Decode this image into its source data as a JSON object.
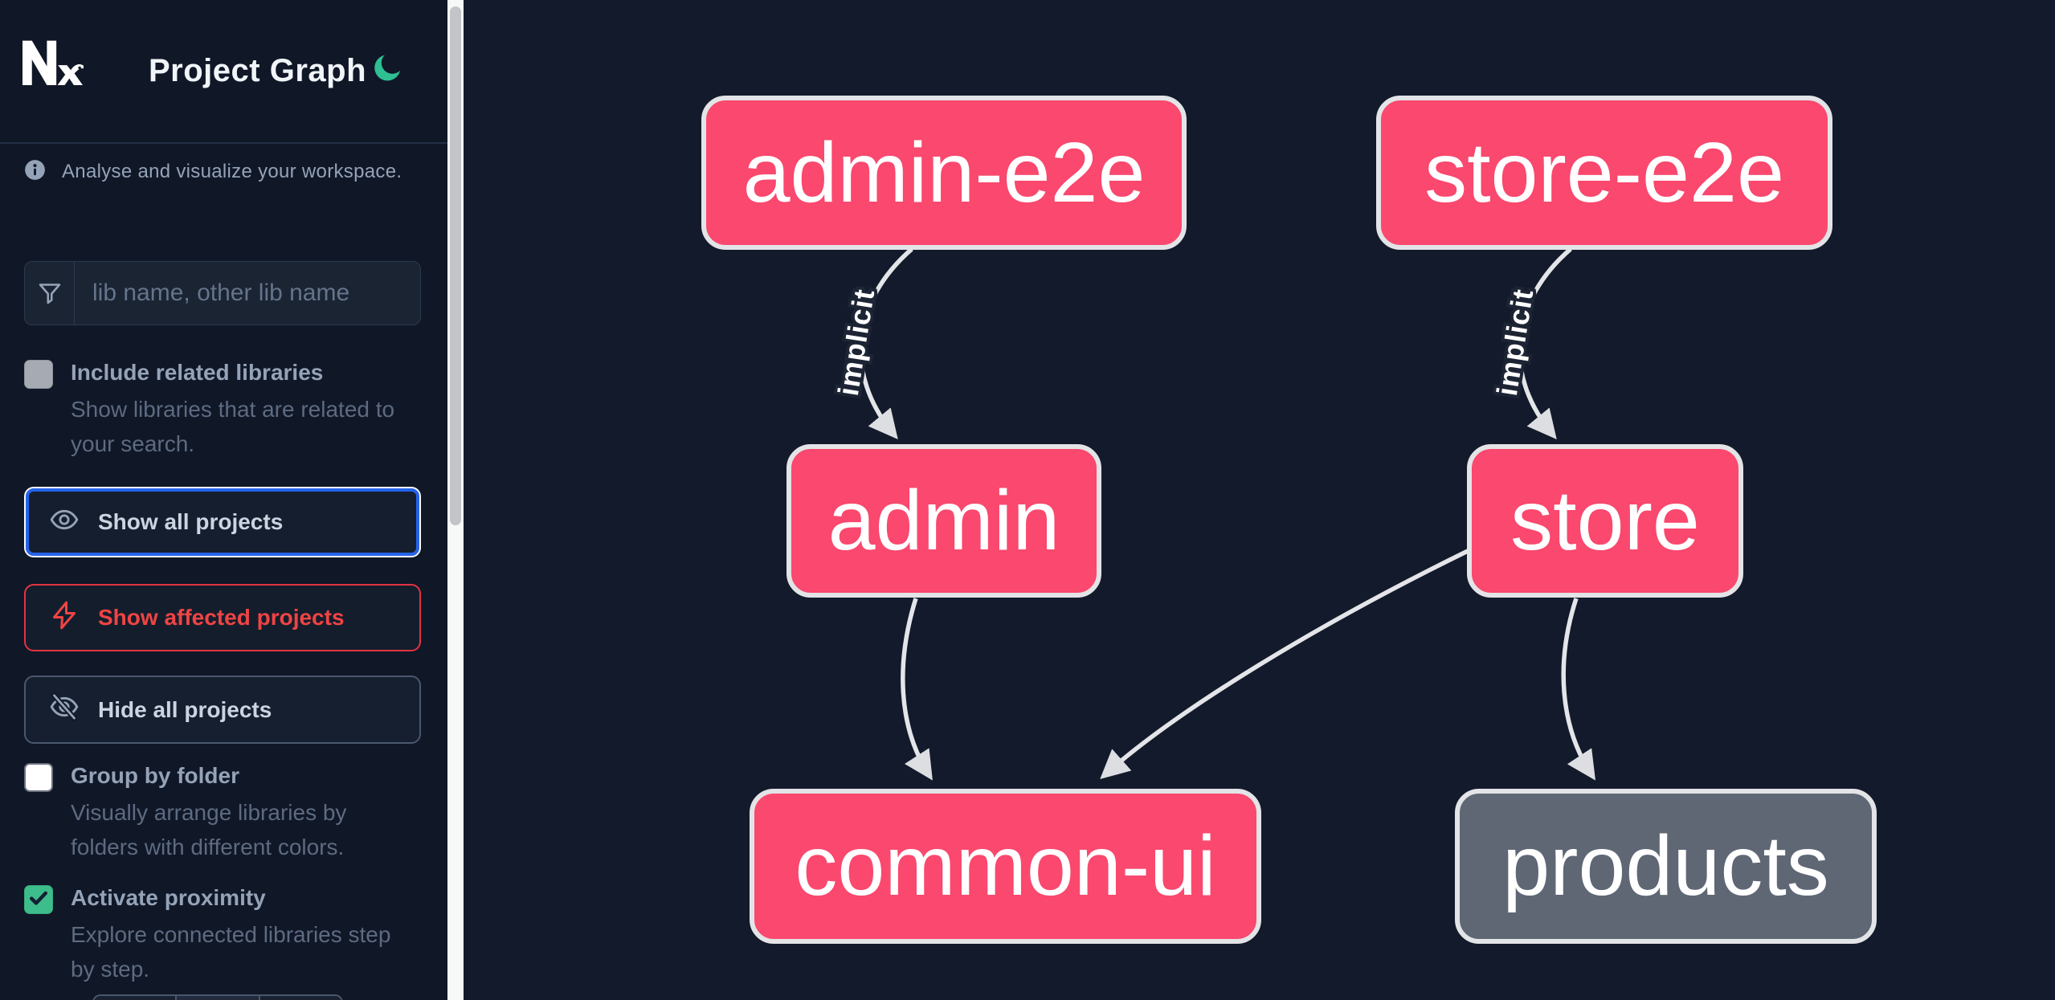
{
  "header": {
    "title": "Project Graph",
    "theme_toggle_icon": "moon-icon"
  },
  "sidebar": {
    "info_text": "Analyse and visualize your workspace.",
    "search_placeholder": "lib name, other lib name",
    "include_related": {
      "label": "Include related libraries",
      "description": "Show libraries that are related to your search.",
      "checked": false
    },
    "buttons": {
      "show_all": "Show all projects",
      "show_affected": "Show affected projects",
      "hide_all": "Hide all projects"
    },
    "group_by_folder": {
      "label": "Group by folder",
      "description": "Visually arrange libraries by folders with different colors.",
      "checked": false
    },
    "activate_proximity": {
      "label": "Activate proximity",
      "description": "Explore connected libraries step by step.",
      "checked": true
    }
  },
  "graph": {
    "nodes": [
      {
        "id": "admin-e2e",
        "label": "admin-e2e",
        "color": "#fa486e"
      },
      {
        "id": "store-e2e",
        "label": "store-e2e",
        "color": "#fa486e"
      },
      {
        "id": "admin",
        "label": "admin",
        "color": "#fa486e"
      },
      {
        "id": "store",
        "label": "store",
        "color": "#fa486e"
      },
      {
        "id": "common-ui",
        "label": "common-ui",
        "color": "#fa486e"
      },
      {
        "id": "products",
        "label": "products",
        "color": "#5f6775"
      }
    ],
    "edges": [
      {
        "source": "admin-e2e",
        "target": "admin",
        "label": "implicit"
      },
      {
        "source": "store-e2e",
        "target": "store",
        "label": "implicit"
      },
      {
        "source": "admin",
        "target": "common-ui",
        "label": ""
      },
      {
        "source": "store",
        "target": "common-ui",
        "label": ""
      },
      {
        "source": "store",
        "target": "products",
        "label": ""
      }
    ]
  },
  "colors": {
    "sidebar_bg": "#101727",
    "canvas_bg": "#131a2b",
    "node_pink": "#fa486e",
    "node_gray": "#5f6775",
    "node_border": "#e3e4e7",
    "edge": "#e3e5e8",
    "focus_blue": "#2563eb",
    "affected_red": "#ef4444",
    "accent_green": "#3dbd8c",
    "fab_green": "#36b588",
    "muted_text": "#94a3b8"
  }
}
